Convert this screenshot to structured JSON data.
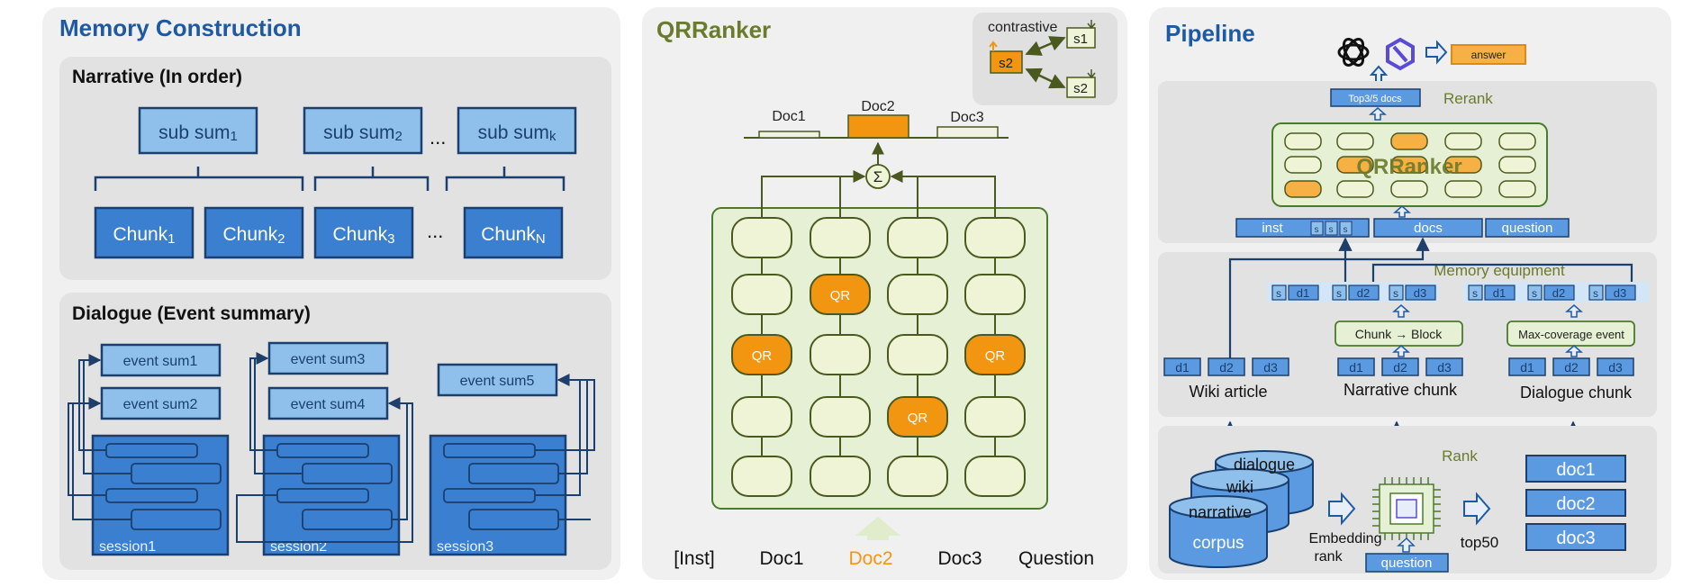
{
  "memory": {
    "title": "Memory Construction",
    "narrative": {
      "title": "Narrative (In order)",
      "subsums": [
        {
          "base": "sub sum",
          "sub": "1"
        },
        {
          "base": "sub sum",
          "sub": "2"
        },
        {
          "base": "sub sum",
          "sub": "k"
        }
      ],
      "chunks": [
        {
          "base": "Chunk",
          "sub": "1"
        },
        {
          "base": "Chunk",
          "sub": "2"
        },
        {
          "base": "Chunk",
          "sub": "3"
        },
        {
          "base": "Chunk",
          "sub": "N"
        }
      ],
      "ellipsis": "..."
    },
    "dialogue": {
      "title": "Dialogue (Event summary)",
      "events": [
        "event sum1",
        "event sum2",
        "event sum3",
        "event sum4",
        "event sum5"
      ],
      "sessions": [
        "session1",
        "session2",
        "session3"
      ]
    }
  },
  "qrranker": {
    "title": "QRRanker",
    "contrastive": {
      "label": "contrastive",
      "s1": "s1",
      "s2": "s2",
      "s2b": "s2"
    },
    "top_docs": [
      "Doc1",
      "Doc2",
      "Doc3"
    ],
    "sum_symbol": "Σ",
    "qr_label": "QR",
    "bottom_labels": [
      "[Inst]",
      "Doc1",
      "Doc2",
      "Doc3",
      "Question"
    ],
    "highlight_color": "#f29611"
  },
  "pipeline": {
    "title": "Pipeline",
    "answer": "answer",
    "top_docs": "Top3/5 docs",
    "rerank": "Rerank",
    "qrranker_overlay": "QRRanker",
    "input_bar": {
      "inst": "inst",
      "s": "s",
      "docs": "docs",
      "question": "question"
    },
    "memory_equipment": "Memory equipment",
    "s": "s",
    "d": [
      "d1",
      "d2",
      "d3"
    ],
    "chunk_block": "Chunk → Block",
    "max_coverage": "Max-coverage event",
    "sources": [
      "Wiki article",
      "Narrative chunk",
      "Dialogue chunk"
    ],
    "rank": "Rank",
    "db_labels": [
      "dialogue",
      "wiki",
      "narrative",
      "corpus"
    ],
    "embedding_rank": [
      "Embedding",
      "rank"
    ],
    "question": "question",
    "top50": "top50",
    "docs_out": [
      "doc1",
      "doc2",
      "doc3"
    ]
  }
}
